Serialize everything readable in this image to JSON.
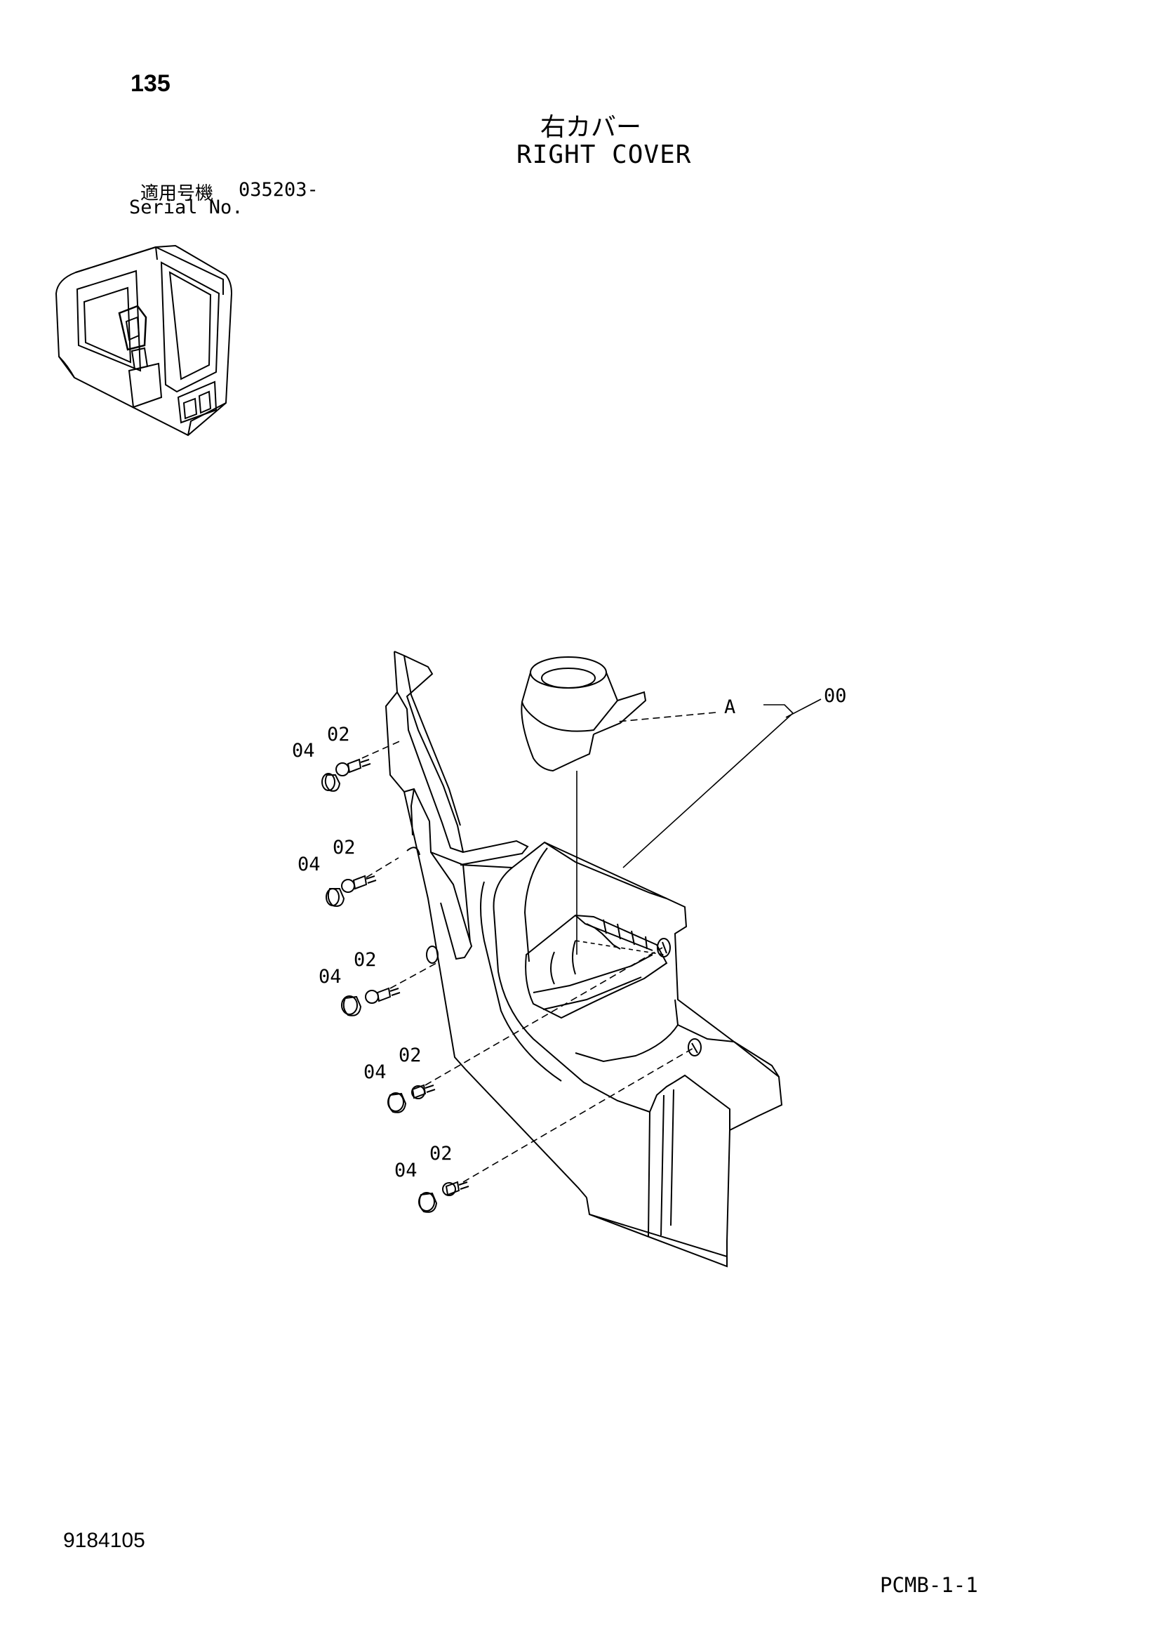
{
  "page": {
    "number": "135",
    "title_jp": "右カバー",
    "title_en": "RIGHT COVER",
    "serial_label_jp": "適用号機",
    "serial_value": "035203-",
    "serial_label_en": "Serial No.",
    "document_code": "9184105",
    "footer_code": "PCMB-1-1"
  },
  "callouts": {
    "assembly": "00",
    "sub_a": "A",
    "screw_1": "02",
    "cap_1": "04",
    "screw_2": "02",
    "cap_2": "04",
    "screw_3": "02",
    "cap_3": "04",
    "screw_4": "02",
    "cap_4": "04",
    "screw_5": "02",
    "cap_5": "04"
  }
}
